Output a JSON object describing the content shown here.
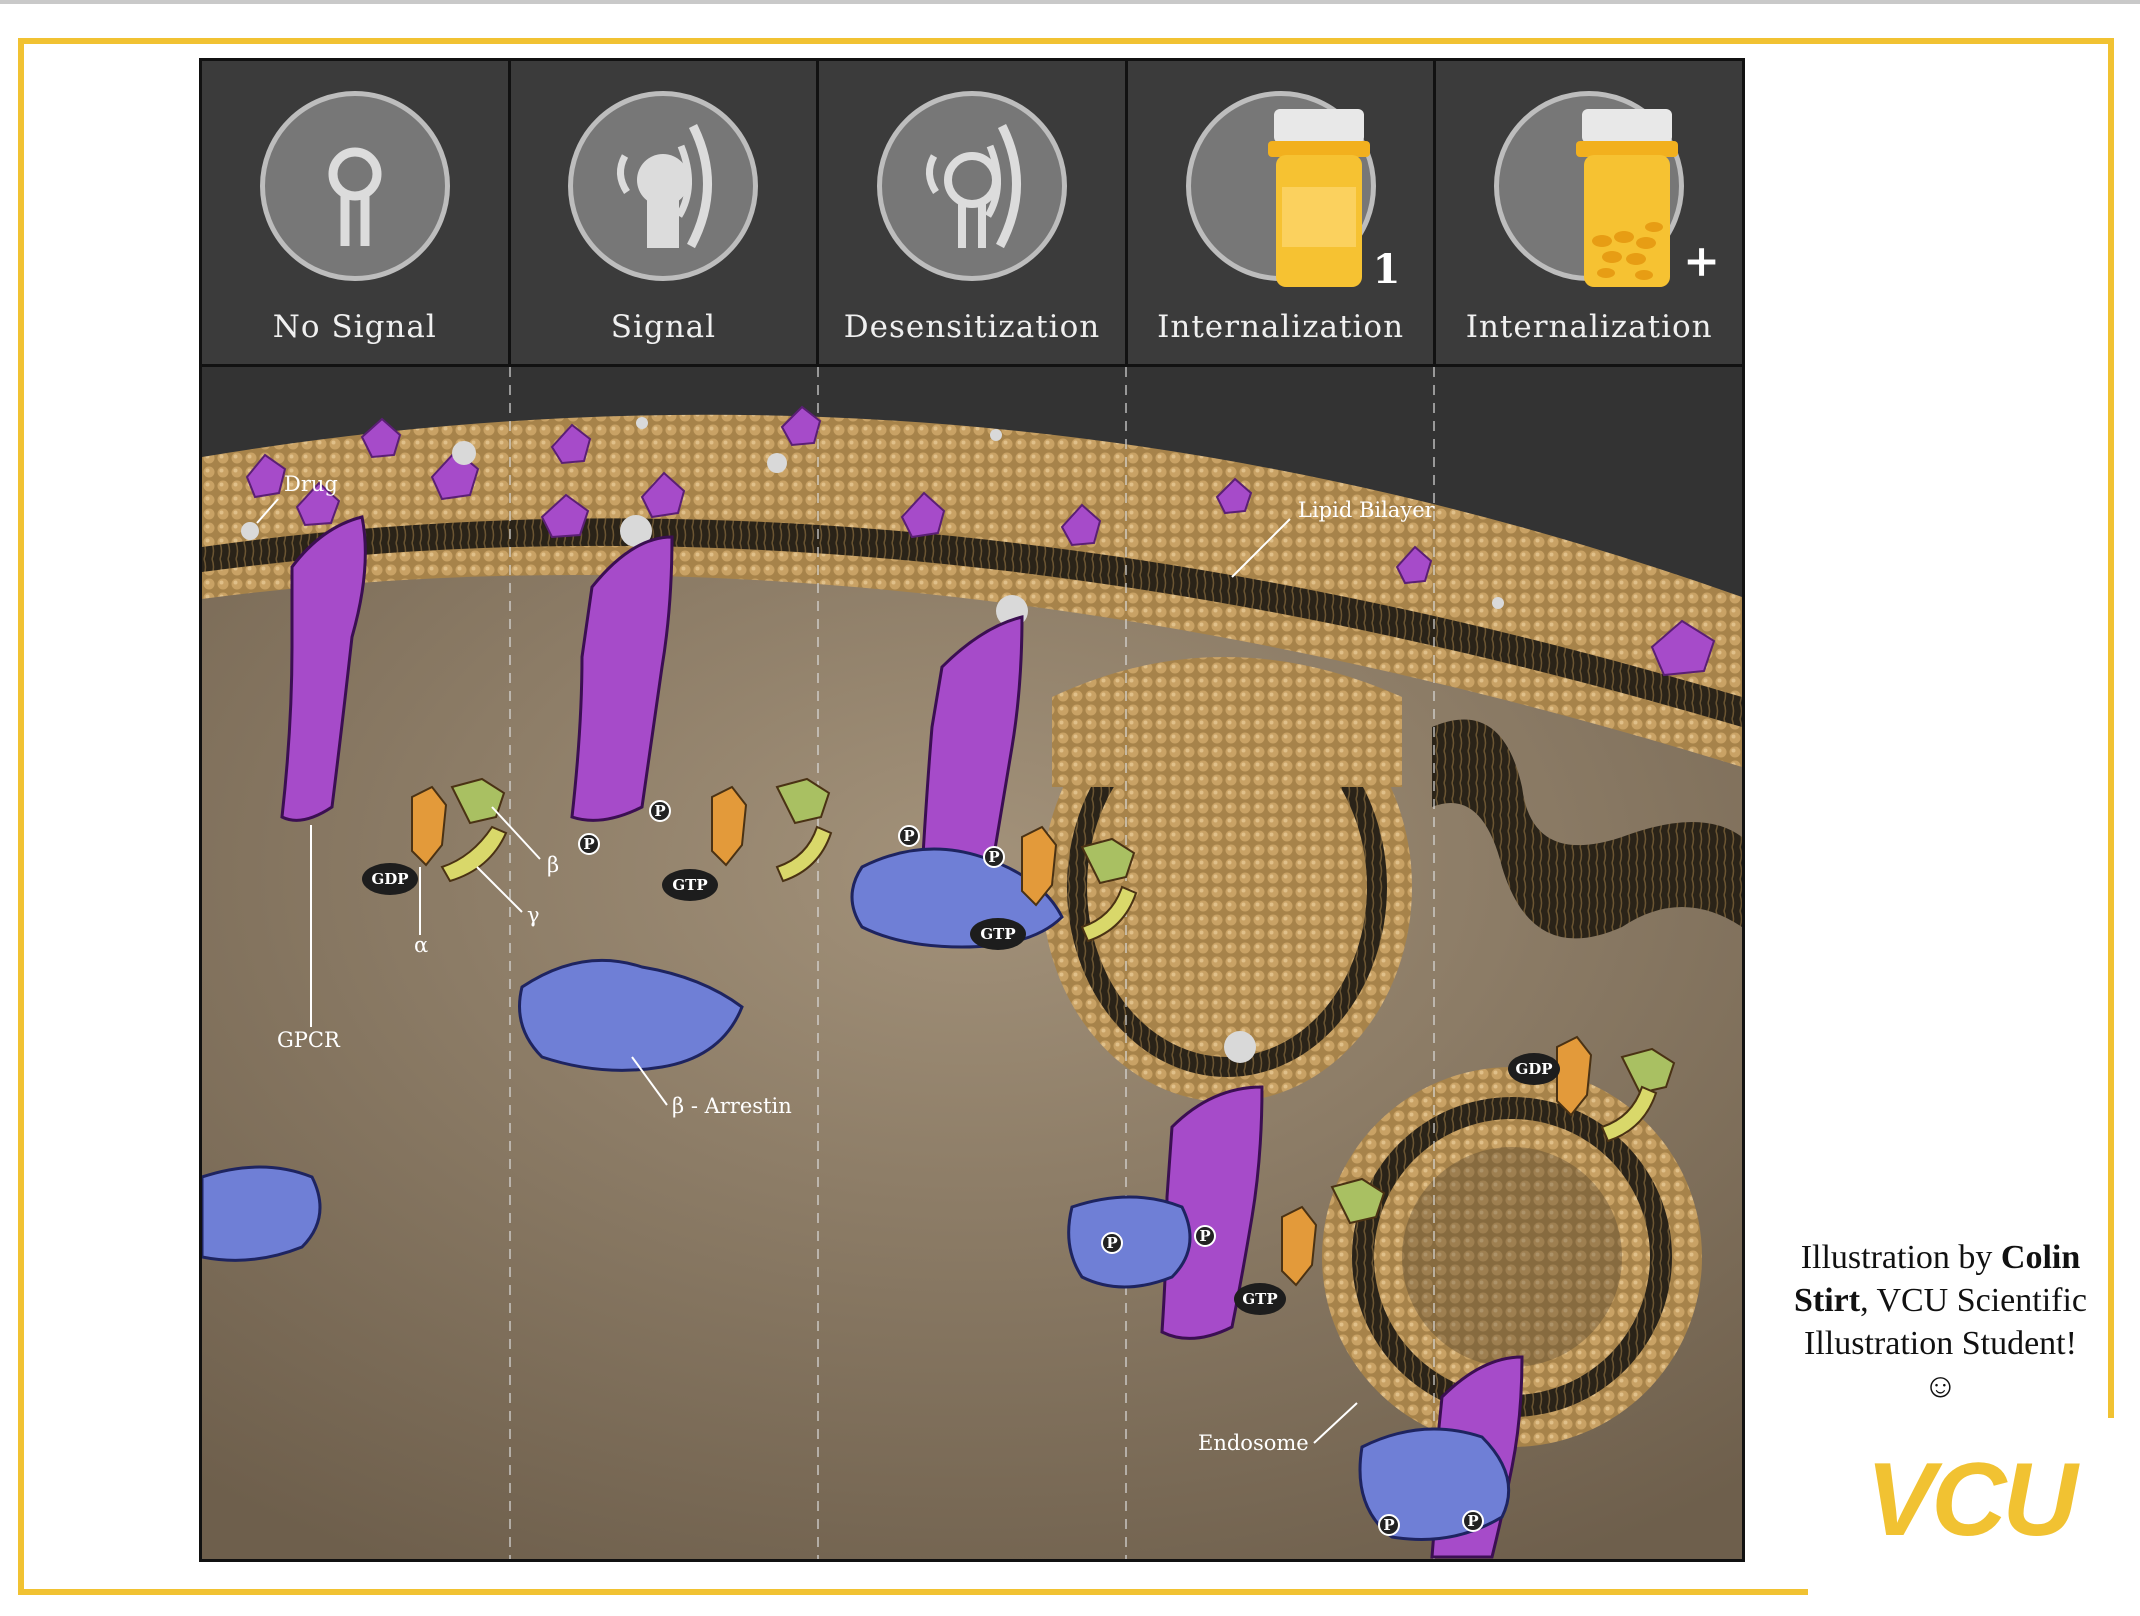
{
  "stages": [
    {
      "label": "No Signal",
      "icon": "receptor-idle-icon"
    },
    {
      "label": "Signal",
      "icon": "receptor-signal-icon"
    },
    {
      "label": "Desensitization",
      "icon": "receptor-desensitized-icon"
    },
    {
      "label": "Internalization",
      "icon": "pill-bottle-icon",
      "badge": "1"
    },
    {
      "label": "Internalization",
      "icon": "pill-bottle-full-icon",
      "badge": "+"
    }
  ],
  "labels": {
    "drug": "Drug",
    "lipid_bilayer": "Lipid Bilayer",
    "gpcr": "GPCR",
    "beta": "β",
    "gamma": "γ",
    "alpha": "α",
    "beta_arrestin": "β - Arrestin",
    "endosome": "Endosome"
  },
  "nucleotides": {
    "gdp": "GDP",
    "gtp": "GTP"
  },
  "phosphate": "P",
  "credit": {
    "prefix": "Illustration by ",
    "name_first": "Colin",
    "name_last": "Stirt",
    "suffix": ", VCU Scientific Illustration Student!",
    "emoji": "☺"
  },
  "logo": "VCU",
  "colors": {
    "frame": "#f1c232",
    "panel": "#333333",
    "membrane": "#b08a4e",
    "cytoplasm": "#8d7c66",
    "gpcr": "#a64bc9",
    "arrestin": "#6f7fd6",
    "g_alpha": "#e39a3a",
    "g_beta": "#a9c062",
    "g_gamma": "#d9d86a"
  }
}
